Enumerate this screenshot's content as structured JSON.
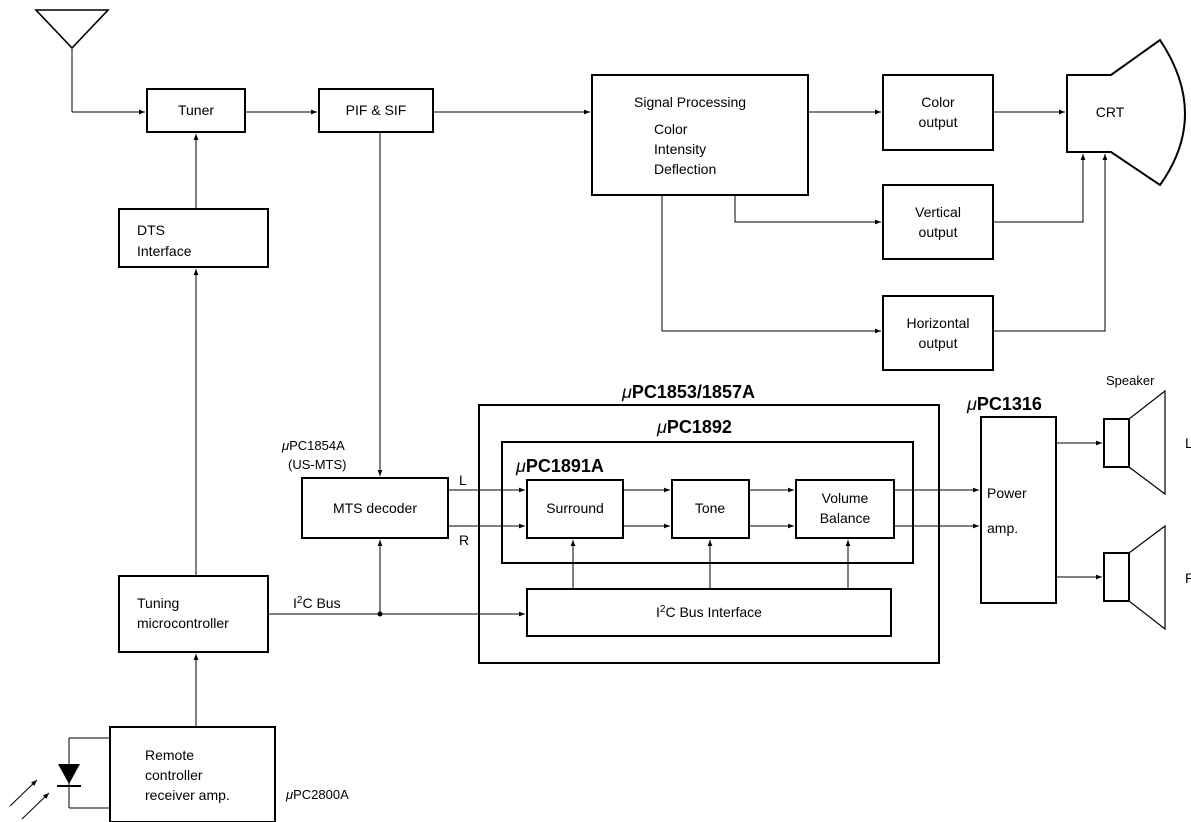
{
  "blocks": {
    "tuner": "Tuner",
    "pif_sif": "PIF & SIF",
    "signal_processing": [
      "Signal Processing",
      "Color",
      "Intensity",
      "Deflection"
    ],
    "color_output": [
      "Color",
      "output"
    ],
    "crt": "CRT",
    "vertical_output": [
      "Vertical",
      "output"
    ],
    "horizontal_output": [
      "Horizontal",
      "output"
    ],
    "dts_interface": [
      "DTS",
      "Interface"
    ],
    "mts_decoder": "MTS decoder",
    "tuning_microcontroller": [
      "Tuning",
      "microcontroller"
    ],
    "remote_receiver": [
      "Remote",
      "controller",
      "receiver amp."
    ],
    "surround": "Surround",
    "tone": "Tone",
    "volume_balance": [
      "Volume",
      "Balance"
    ],
    "i2c_interface": {
      "pre": "I",
      "sup": "2",
      "post": "C Bus Interface"
    },
    "power_amp": [
      "Power",
      "amp."
    ]
  },
  "labels": {
    "upc1854a": {
      "mu": "μ",
      "text": "PC1854A"
    },
    "us_mts": "(US-MTS)",
    "upc1853": {
      "mu": "μ",
      "text": "PC1853/1857A"
    },
    "upc1892": {
      "mu": "μ",
      "text": "PC1892"
    },
    "upc1891a": {
      "mu": "μ",
      "text": "PC1891A"
    },
    "upc1316": {
      "mu": "μ",
      "text": "PC1316"
    },
    "upc2800a": {
      "mu": "μ",
      "text": "PC2800A"
    },
    "i2c_bus": {
      "pre": "I",
      "sup": "2",
      "post": "C Bus"
    },
    "left_channel": "L",
    "right_channel": "R",
    "speaker": "Speaker",
    "speaker_left": "L",
    "speaker_right": "R"
  }
}
